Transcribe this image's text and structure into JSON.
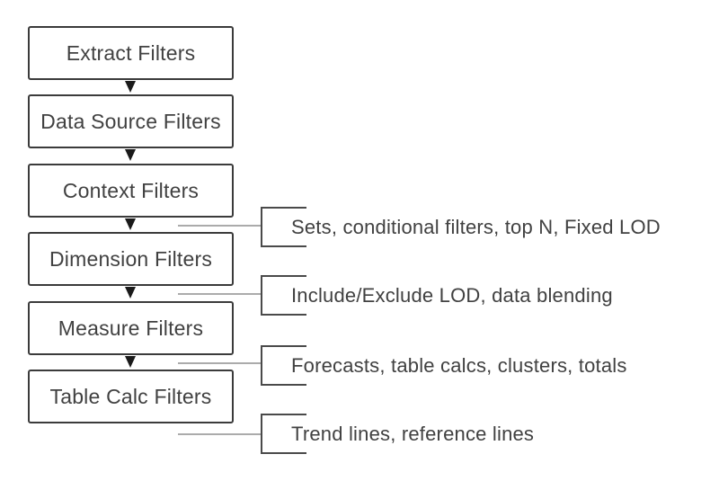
{
  "diagram": {
    "flow_boxes": [
      {
        "label": "Extract Filters"
      },
      {
        "label": "Data Source Filters"
      },
      {
        "label": "Context Filters"
      },
      {
        "label": "Dimension Filters"
      },
      {
        "label": "Measure Filters"
      },
      {
        "label": "Table Calc Filters"
      }
    ],
    "annotations": [
      {
        "label": "Sets, conditional filters, top N, Fixed LOD"
      },
      {
        "label": "Include/Exclude LOD, data blending"
      },
      {
        "label": "Forecasts, table calcs, clusters, totals"
      },
      {
        "label": "Trend lines, reference lines"
      }
    ],
    "colors": {
      "background": "#ffffff",
      "box_border": "#3b3b3b",
      "text": "#414141",
      "arrow": "#1a1a1a",
      "connector_line": "#ababab",
      "bracket_line": "#4a4a4a"
    }
  }
}
